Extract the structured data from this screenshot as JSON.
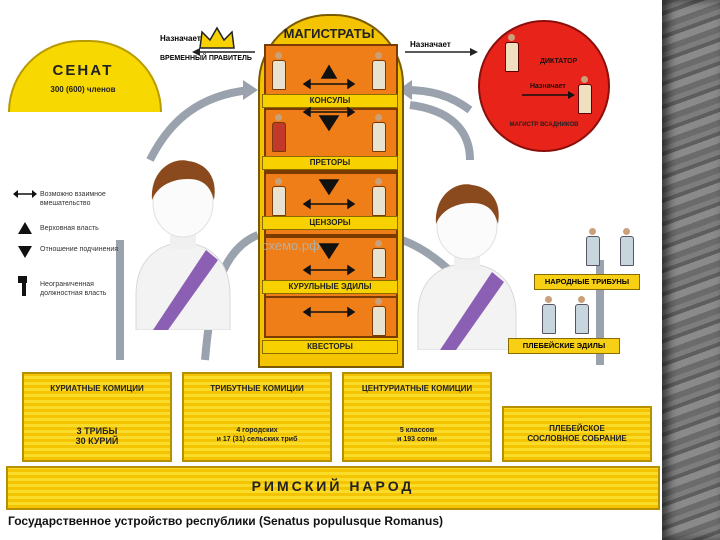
{
  "senate": {
    "title": "СЕНАТ",
    "members": "300 (600) членов"
  },
  "arrows": {
    "appoints_left": "Назначает",
    "appoints_right": "Назначает",
    "temp_ruler": "ВРЕМЕННЫЙ ПРАВИТЕЛЬ",
    "appoints_dictator": "Назначает"
  },
  "magistrates": {
    "title": "МАГИСТРАТЫ",
    "rows": [
      "КОНСУЛЫ",
      "ПРЕТОРЫ",
      "ЦЕНЗОРЫ",
      "КУРУЛЬНЫЕ ЭДИЛЫ",
      "КВЕСТОРЫ"
    ]
  },
  "dictator": {
    "title": "ДИКТАТОР",
    "master": "МАГИСТР ВСАДНИКОВ"
  },
  "legend": [
    {
      "icon": "double-arrow-icon",
      "text": "Возможно взаимное вмешательство"
    },
    {
      "icon": "triangle-up-icon",
      "text": "Верховная власть"
    },
    {
      "icon": "triangle-down-icon",
      "text": "Отношение подчинения"
    },
    {
      "icon": "axe-icon",
      "text": "Неограниченная должностная власть"
    }
  ],
  "watermark": "схемо.рф",
  "tribunes": "НАРОДНЫЕ ТРИБУНЫ",
  "plebeian_aediles": "ПЛЕБЕЙСКИЕ ЭДИЛЫ",
  "assemblies": [
    {
      "title": "КУРИАТНЫЕ КОМИЦИИ",
      "body": "3 ТРИБЫ\n30 КУРИЙ"
    },
    {
      "title": "ТРИБУТНЫЕ КОМИЦИИ",
      "body": "4 городских\nи 17 (31) сельских триб"
    },
    {
      "title": "ЦЕНТУРИАТНЫЕ КОМИЦИИ",
      "body": "5 классов\nи 193 сотни"
    },
    {
      "title": "",
      "body": "ПЛЕБЕЙСКОЕ\nСОСЛОВНОЕ СОБРАНИЕ"
    }
  ],
  "people": "РИМСКИЙ НАРОД",
  "caption": "Государственное устройство республики (Senatus populusque Romanus)",
  "colors": {
    "yellow": "#f7cf14",
    "orange": "#f07e18",
    "red": "#e8231a",
    "arrow": "#9aa3ad"
  }
}
